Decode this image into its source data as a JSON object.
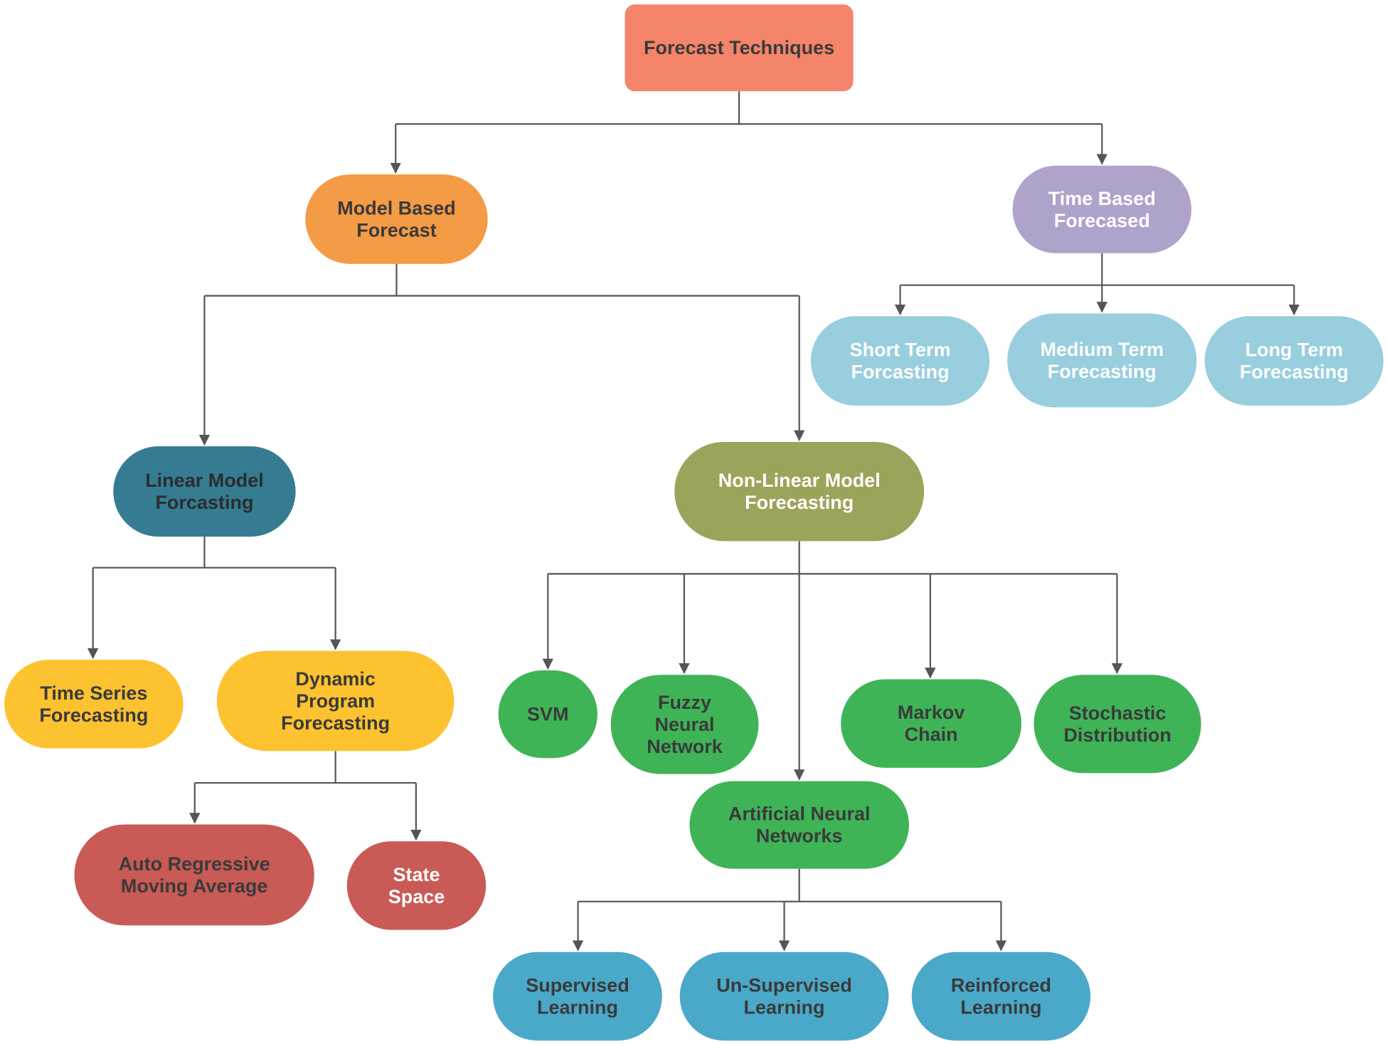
{
  "diagram": {
    "nodes": {
      "forecast_techniques": {
        "lines": [
          "Forecast Techniques"
        ],
        "fill": "#F4846A",
        "text_color": "#3A3A3A"
      },
      "model_based": {
        "lines": [
          "Model Based",
          "Forecast"
        ],
        "fill": "#F49B45",
        "text_color": "#3A3A3A"
      },
      "time_based": {
        "lines": [
          "Time Based",
          "Forecased"
        ],
        "fill": "#AFA2CB",
        "text_color": "#FFFFFF"
      },
      "short_term": {
        "lines": [
          "Short Term",
          "Forcasting"
        ],
        "fill": "#98CEDE",
        "text_color": "#FFFFFF"
      },
      "medium_term": {
        "lines": [
          "Medium Term",
          "Forecasting"
        ],
        "fill": "#98CEDE",
        "text_color": "#FFFFFF"
      },
      "long_term": {
        "lines": [
          "Long Term",
          "Forecasting"
        ],
        "fill": "#98CEDE",
        "text_color": "#FFFFFF"
      },
      "linear_model": {
        "lines": [
          "Linear Model",
          "Forcasting"
        ],
        "fill": "#357C92",
        "text_color": "#2C2C2C"
      },
      "nonlinear_model": {
        "lines": [
          "Non-Linear Model",
          "Forecasting"
        ],
        "fill": "#9BA45A",
        "text_color": "#FFFFFF"
      },
      "time_series": {
        "lines": [
          "Time Series",
          "Forecasting"
        ],
        "fill": "#FDC230",
        "text_color": "#3A3A3A"
      },
      "dynamic_program": {
        "lines": [
          "Dynamic",
          "Program",
          "Forecasting"
        ],
        "fill": "#FDC230",
        "text_color": "#3A3A3A"
      },
      "arma": {
        "lines": [
          "Auto Regressive",
          "Moving Average"
        ],
        "fill": "#C95A55",
        "text_color": "#3A3A3A"
      },
      "state_space": {
        "lines": [
          "State",
          "Space"
        ],
        "fill": "#C95A55",
        "text_color": "#FFFFFF"
      },
      "svm": {
        "lines": [
          "SVM"
        ],
        "fill": "#3FB457",
        "text_color": "#3A3A3A"
      },
      "fuzzy_nn": {
        "lines": [
          "Fuzzy",
          "Neural",
          "Network"
        ],
        "fill": "#3FB457",
        "text_color": "#3A3A3A"
      },
      "markov_chain": {
        "lines": [
          "Markov",
          "Chain"
        ],
        "fill": "#3FB457",
        "text_color": "#3A3A3A"
      },
      "stochastic": {
        "lines": [
          "Stochastic",
          "Distribution"
        ],
        "fill": "#3FB457",
        "text_color": "#3A3A3A"
      },
      "ann": {
        "lines": [
          "Artificial Neural",
          "Networks"
        ],
        "fill": "#3FB457",
        "text_color": "#3A3A3A"
      },
      "supervised": {
        "lines": [
          "Supervised",
          "Learning"
        ],
        "fill": "#4AA9C9",
        "text_color": "#3A3A3A"
      },
      "unsupervised": {
        "lines": [
          "Un-Supervised",
          "Learning"
        ],
        "fill": "#4AA9C9",
        "text_color": "#3A3A3A"
      },
      "reinforced": {
        "lines": [
          "Reinforced",
          "Learning"
        ],
        "fill": "#4AA9C9",
        "text_color": "#3A3A3A"
      }
    },
    "edges": [
      [
        "forecast_techniques",
        "model_based"
      ],
      [
        "forecast_techniques",
        "time_based"
      ],
      [
        "time_based",
        "short_term"
      ],
      [
        "time_based",
        "medium_term"
      ],
      [
        "time_based",
        "long_term"
      ],
      [
        "model_based",
        "linear_model"
      ],
      [
        "model_based",
        "nonlinear_model"
      ],
      [
        "linear_model",
        "time_series"
      ],
      [
        "linear_model",
        "dynamic_program"
      ],
      [
        "dynamic_program",
        "arma"
      ],
      [
        "dynamic_program",
        "state_space"
      ],
      [
        "nonlinear_model",
        "svm"
      ],
      [
        "nonlinear_model",
        "fuzzy_nn"
      ],
      [
        "nonlinear_model",
        "ann"
      ],
      [
        "nonlinear_model",
        "markov_chain"
      ],
      [
        "nonlinear_model",
        "stochastic"
      ],
      [
        "ann",
        "supervised"
      ],
      [
        "ann",
        "unsupervised"
      ],
      [
        "ann",
        "reinforced"
      ]
    ]
  }
}
